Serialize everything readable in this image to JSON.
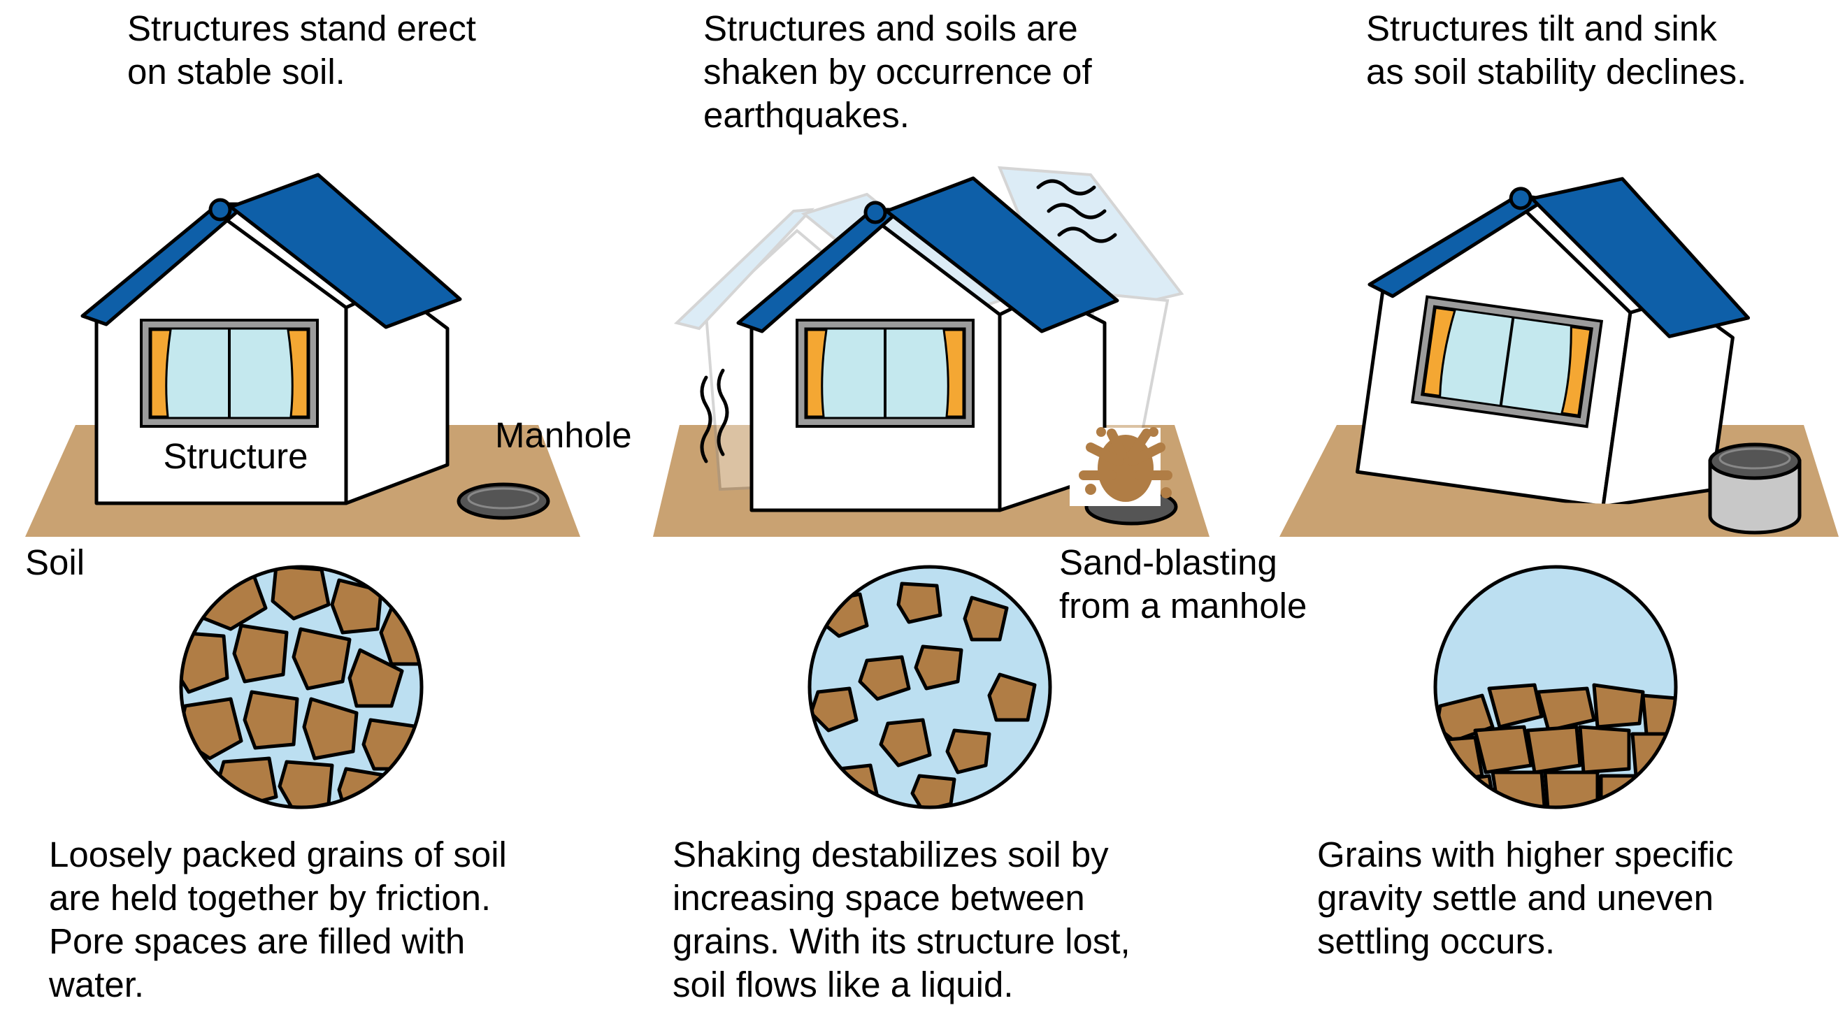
{
  "panels": [
    {
      "caption": "Structures stand erect\non stable soil.",
      "description": "Loosely packed grains of soil\nare held together by friction.\nPore spaces are filled with\nwater."
    },
    {
      "caption": "Structures and soils are\nshaken by occurrence of\nearthquakes.",
      "description": "Shaking destabilizes soil by\nincreasing space between\ngrains. With its structure lost,\nsoil flows like a liquid."
    },
    {
      "caption": "Structures tilt and sink\nas soil stability declines.",
      "description": "Grains with higher specific\ngravity settle and uneven\nsettling occurs."
    }
  ],
  "labels": {
    "structure": "Structure",
    "manhole": "Manhole",
    "soil": "Soil",
    "sand_blasting": "Sand-blasting\nfrom a manhole"
  },
  "colors": {
    "roof": "#0e5fa8",
    "soil_ground": "#c9a272",
    "grain": "#b07d45",
    "water": "#bcdff1",
    "window_glass": "#c4e8ee",
    "curtain": "#f4a733",
    "manhole": "#555555"
  }
}
